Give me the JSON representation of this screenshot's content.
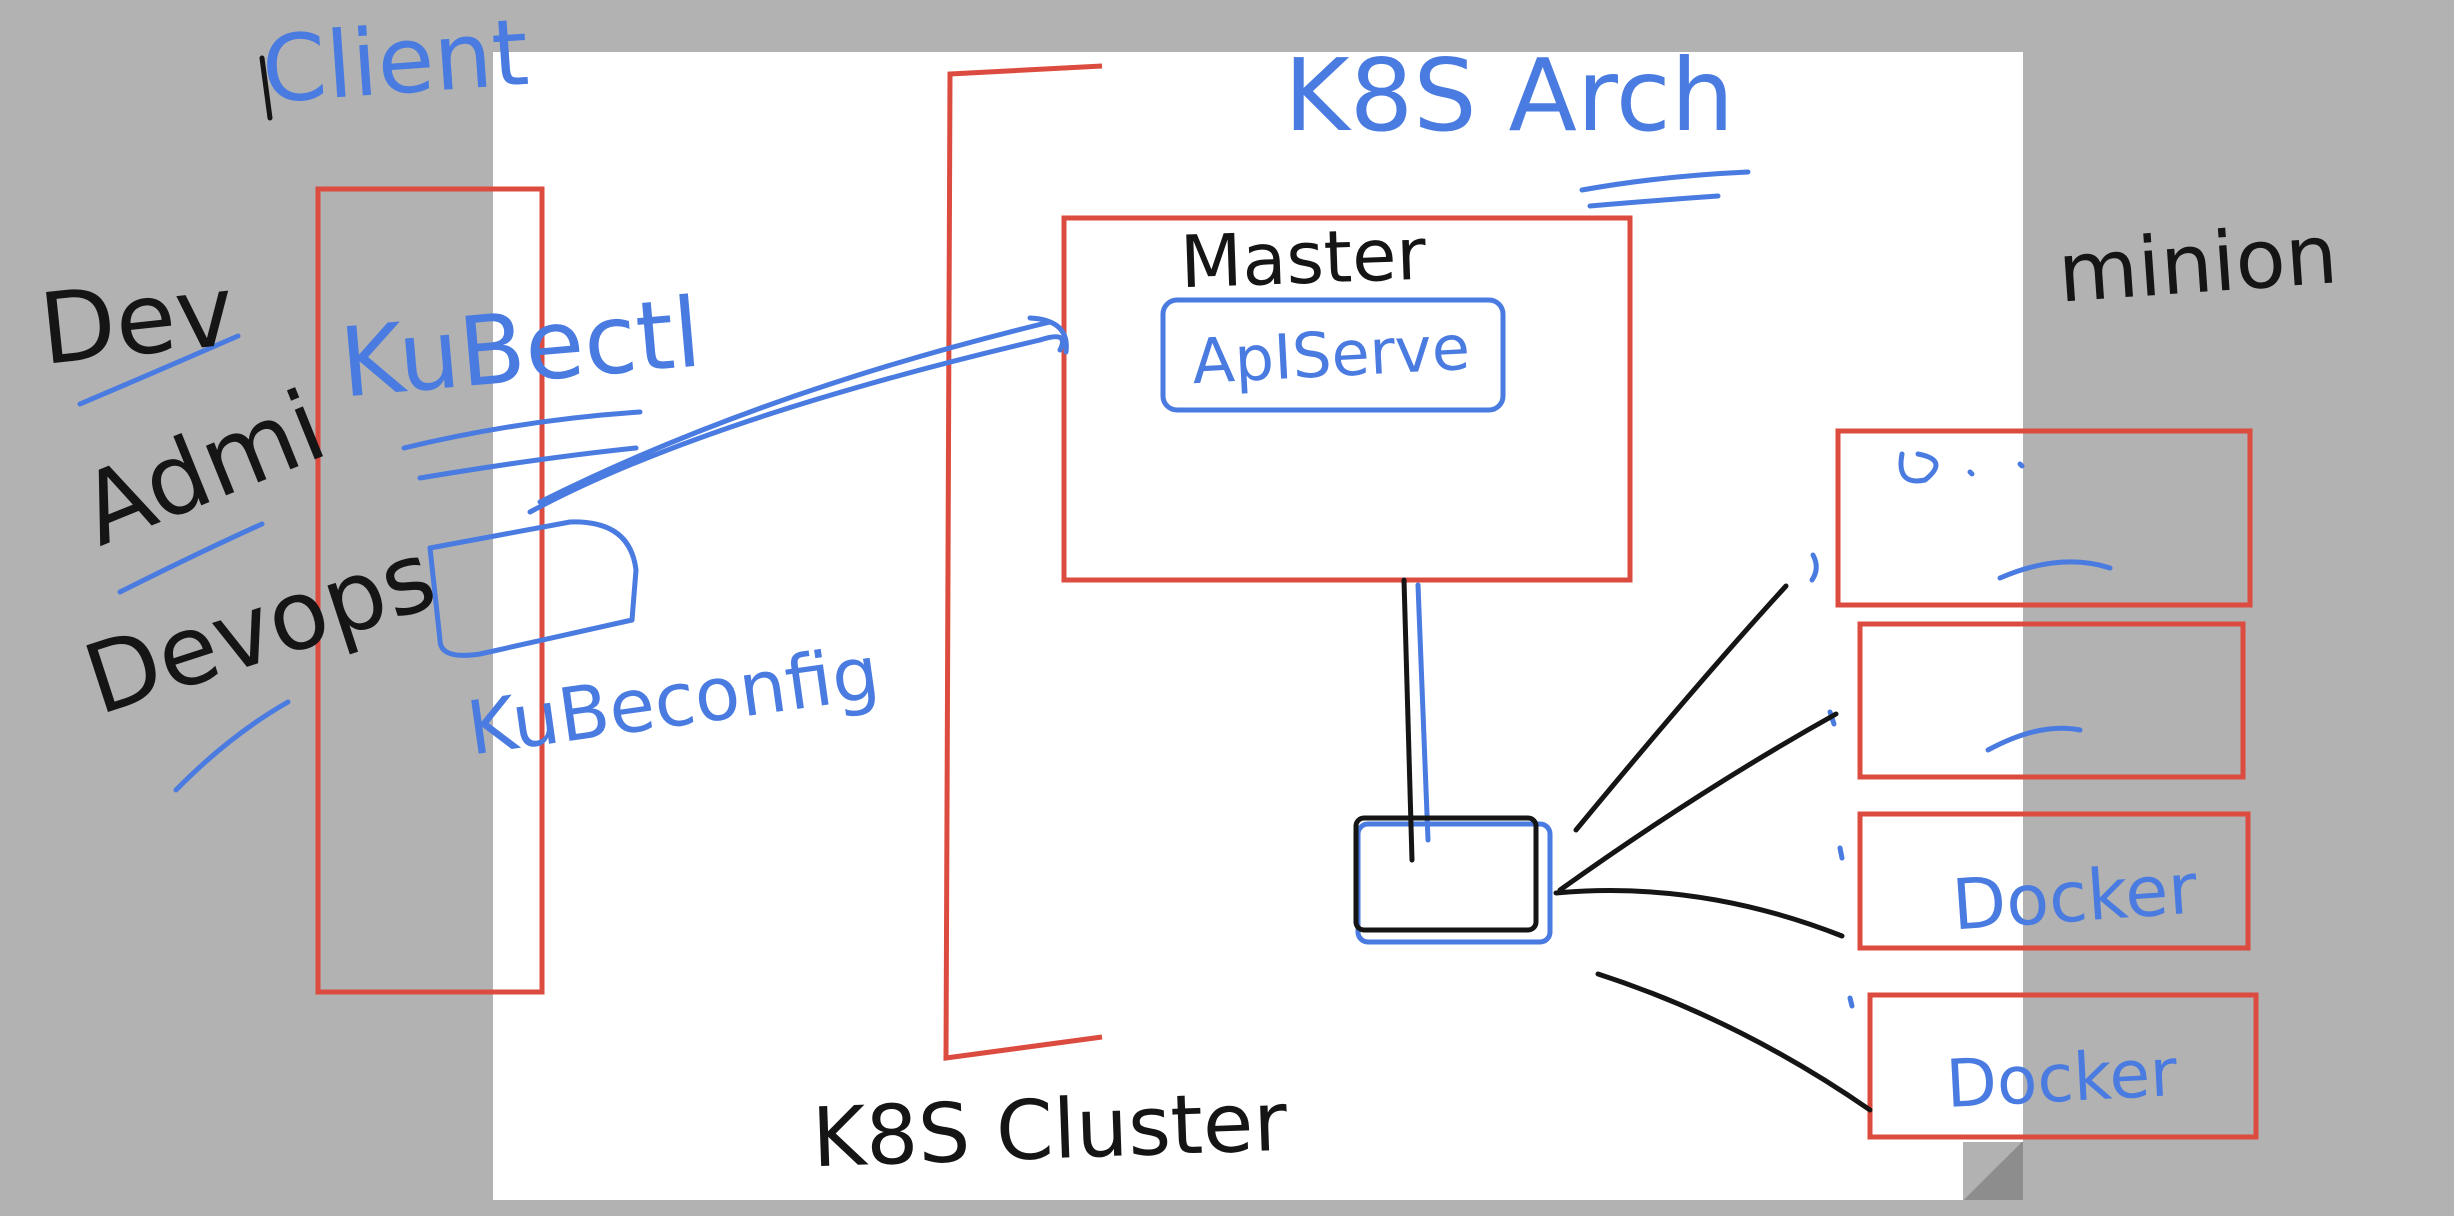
{
  "colors": {
    "background": "#b2b2b2",
    "page": "#ffffff",
    "box_red": "#dc4b3f",
    "ink_blue": "#4a7be0",
    "ink_black": "#151515"
  },
  "labels": {
    "client": "Client",
    "dev": "Dev",
    "admin": "Admi",
    "devops": "Devops",
    "kubectl": "KuBectl",
    "kubeconfig": "KuBeconfig",
    "k8s_arch": "K8S Arch",
    "master": "Master",
    "apiserver": "ApIServe",
    "minion": "minion",
    "docker_1": "Docker",
    "docker_2": "Docker",
    "k8s_cluster": "K8S Cluster"
  }
}
